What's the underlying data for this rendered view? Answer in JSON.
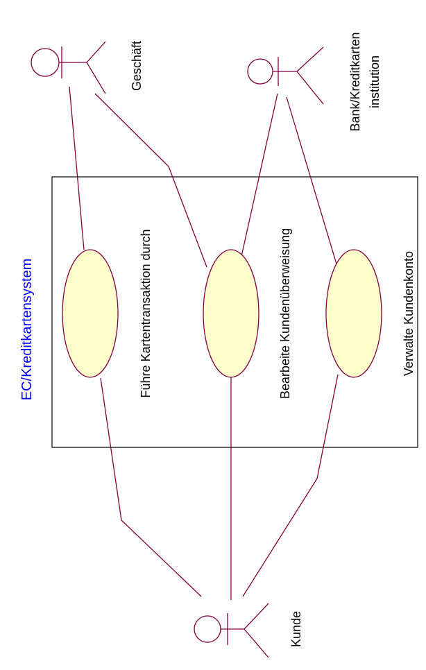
{
  "colors": {
    "line": "#800040",
    "usecase_fill": "#ffffcc",
    "boundary": "#000000",
    "system_title": "#0000ff",
    "text": "#000000"
  },
  "system": {
    "title": "EC/Kreditkartensystem"
  },
  "actors": {
    "geschaeft": "Geschäft",
    "bank_line1": "Bank/Kreditkarten",
    "bank_line2": "institution",
    "kunde": "Kunde"
  },
  "use_cases": {
    "transaktion": "Führe Kartentransaktion durch",
    "ueberweisung": "Bearbeite Kundenüberweisung",
    "konto": "Verwalte Kundenkonto"
  }
}
